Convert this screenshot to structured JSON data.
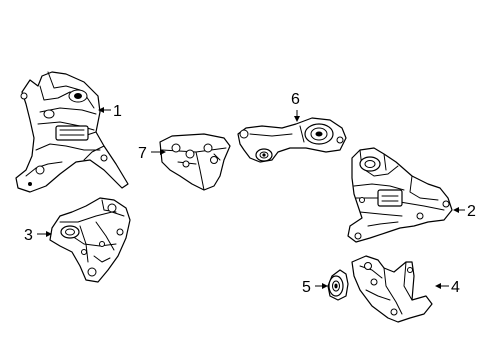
{
  "callouts": {
    "part_1": "1",
    "part_2": "2",
    "part_3": "3",
    "part_4": "4",
    "part_5": "5",
    "part_6": "6",
    "part_7": "7"
  }
}
